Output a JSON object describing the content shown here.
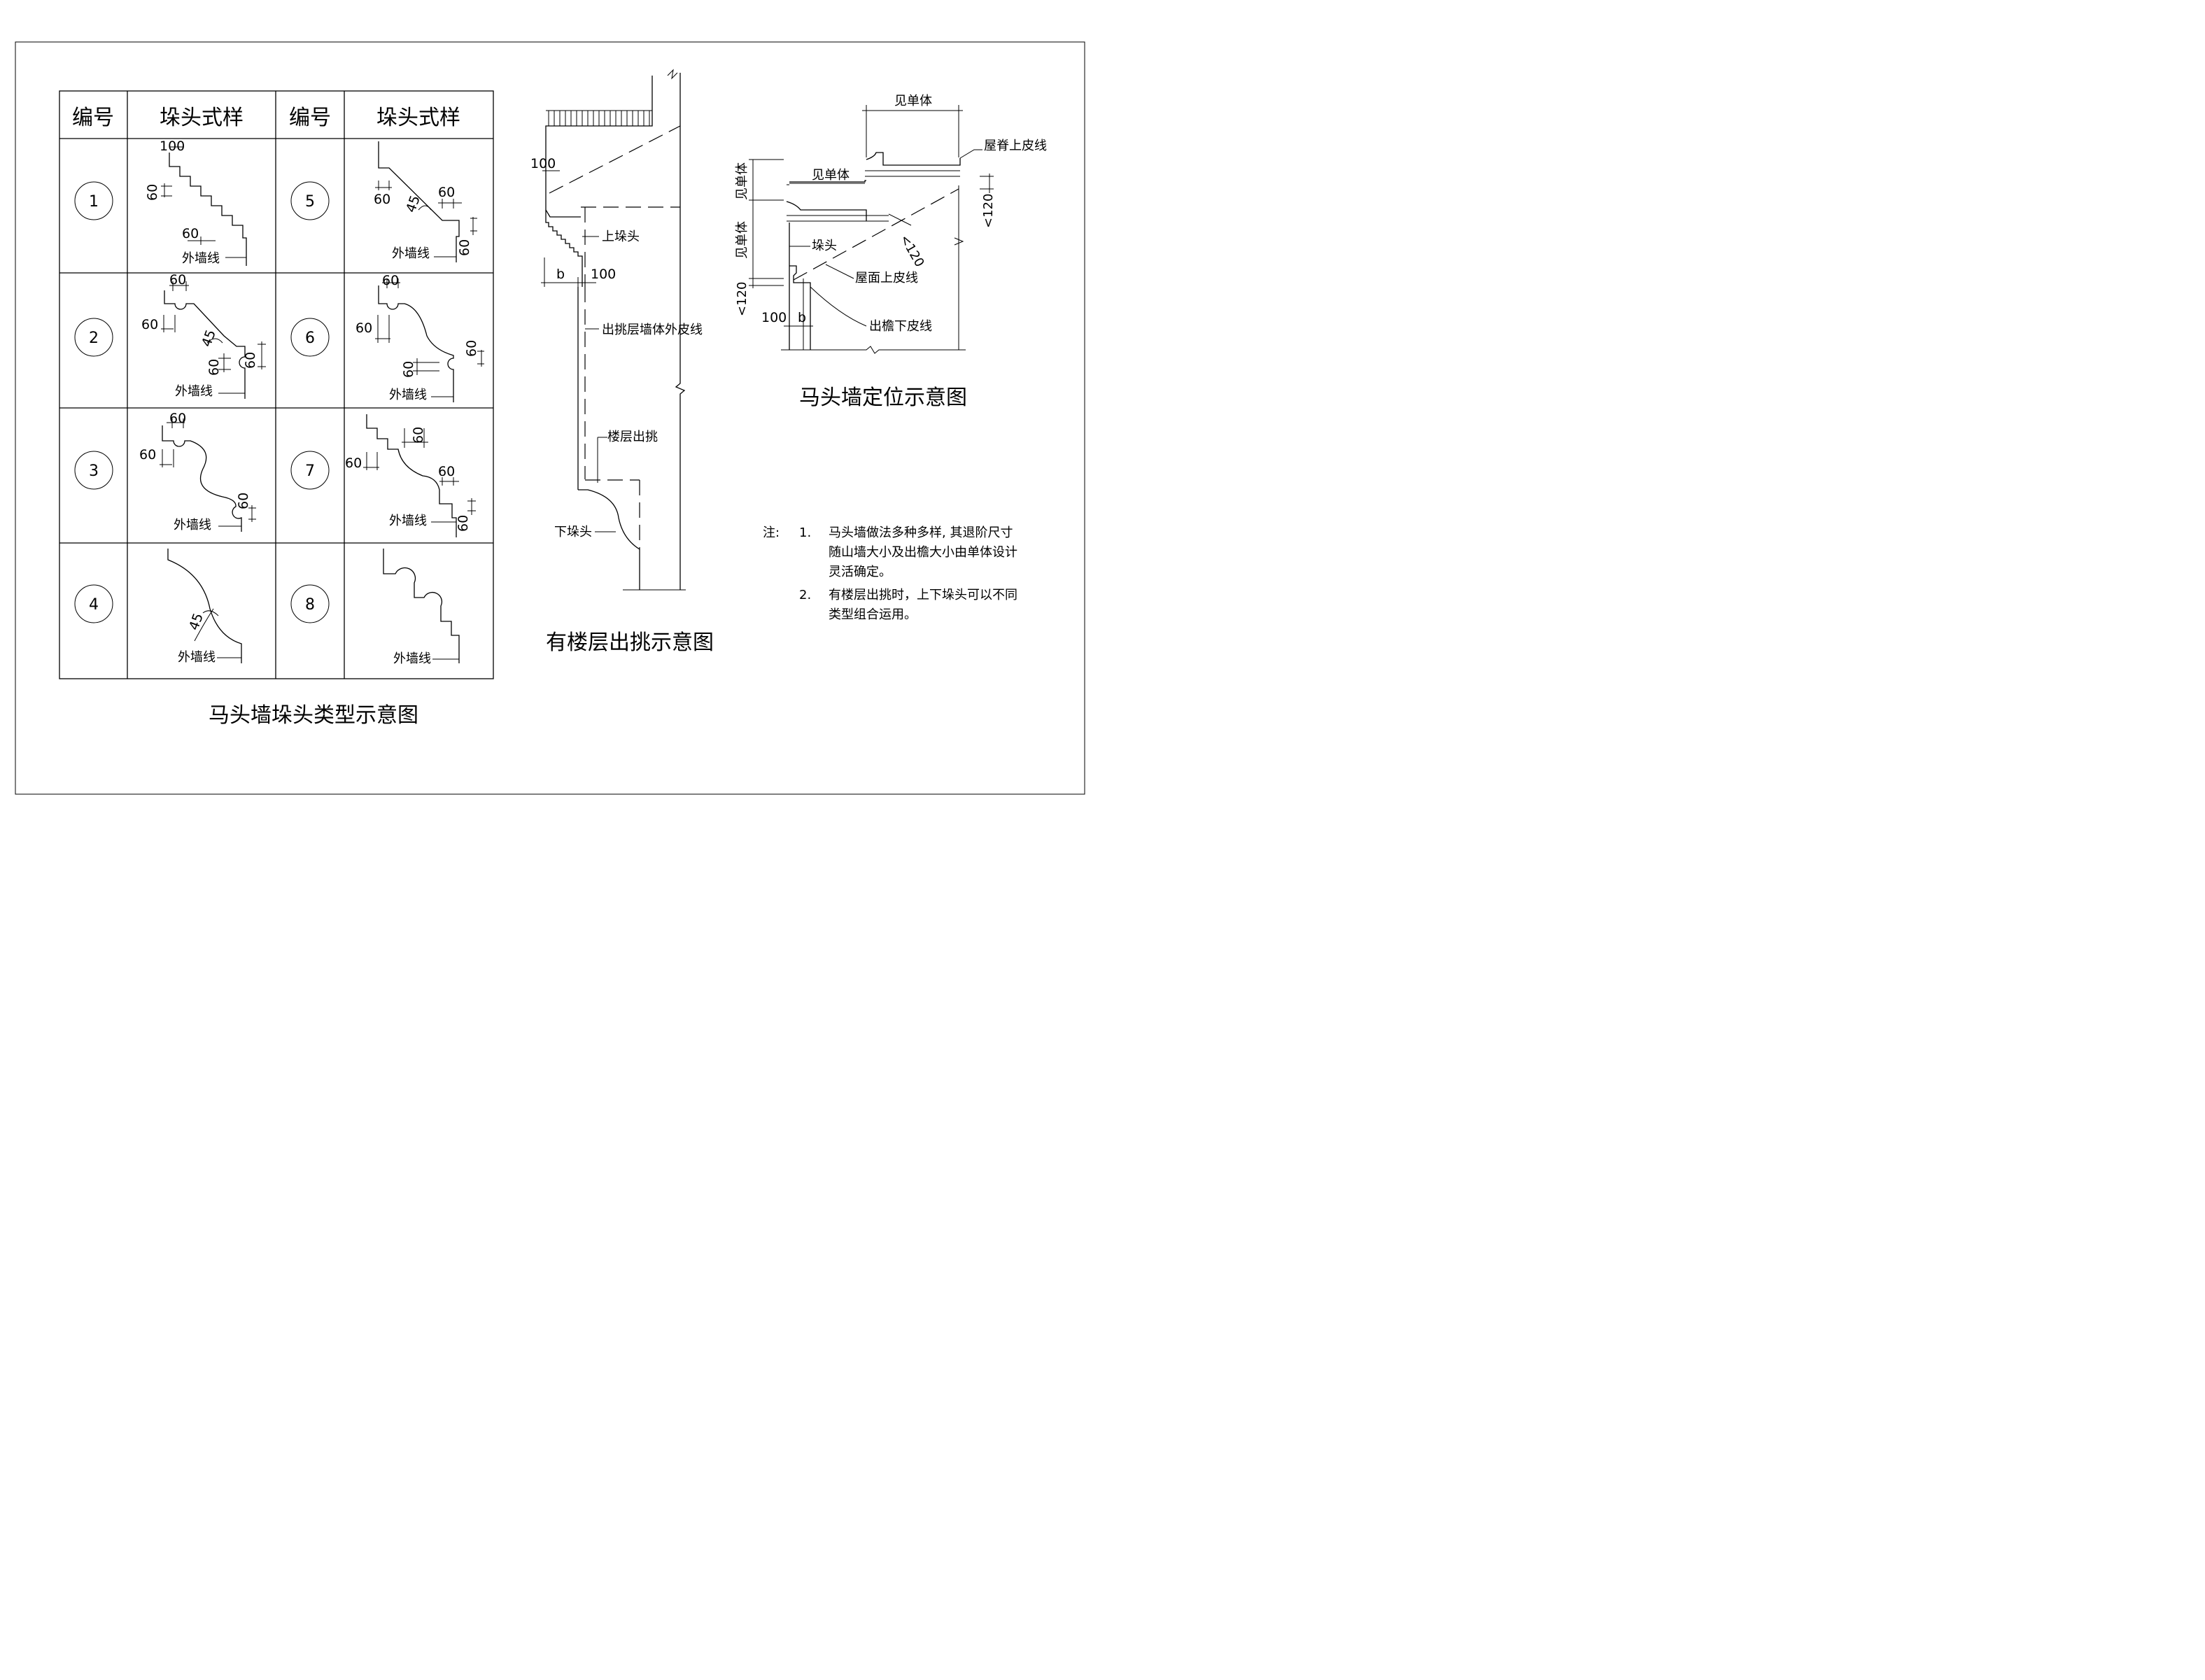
{
  "table": {
    "headers": [
      "编号",
      "垛头式样",
      "编号",
      "垛头式样"
    ],
    "numbers_left": [
      "1",
      "2",
      "3",
      "4"
    ],
    "numbers_right": [
      "5",
      "6",
      "7",
      "8"
    ],
    "outer_wall_label": "外墙线",
    "caption": "马头墙垛头类型示意图",
    "dims": {
      "d100": "100",
      "d60": "60",
      "d45": "45"
    }
  },
  "middle": {
    "labels": {
      "upper": "上垛头",
      "outer": "出挑层墙体外皮线",
      "floor": "楼层出挑",
      "lower": "下垛头"
    },
    "dims": {
      "d100a": "100",
      "d100b": "100",
      "b": "b"
    },
    "caption": "有楼层出挑示意图"
  },
  "right": {
    "labels": {
      "ridge": "屋脊上皮线",
      "duotou": "垛头",
      "roof": "屋面上皮线",
      "eave": "出檐下皮线"
    },
    "dims": {
      "see_top": "见单体",
      "see_mid": "见单体",
      "see_v1": "见单体",
      "see_v2": "见单体",
      "lt120a": "<120",
      "lt120b": "<120",
      "lt120c": "<120",
      "d100": "100",
      "b": "b"
    },
    "caption": "马头墙定位示意图"
  },
  "notes": {
    "label": "注:",
    "items": [
      {
        "num": "1.",
        "lines": [
          "马头墙做法多种多样, 其退阶尺寸",
          "随山墙大小及出檐大小由单体设计",
          "灵活确定。"
        ]
      },
      {
        "num": "2.",
        "lines": [
          "有楼层出挑时，上下垛头可以不同",
          "类型组合运用。"
        ]
      }
    ]
  }
}
